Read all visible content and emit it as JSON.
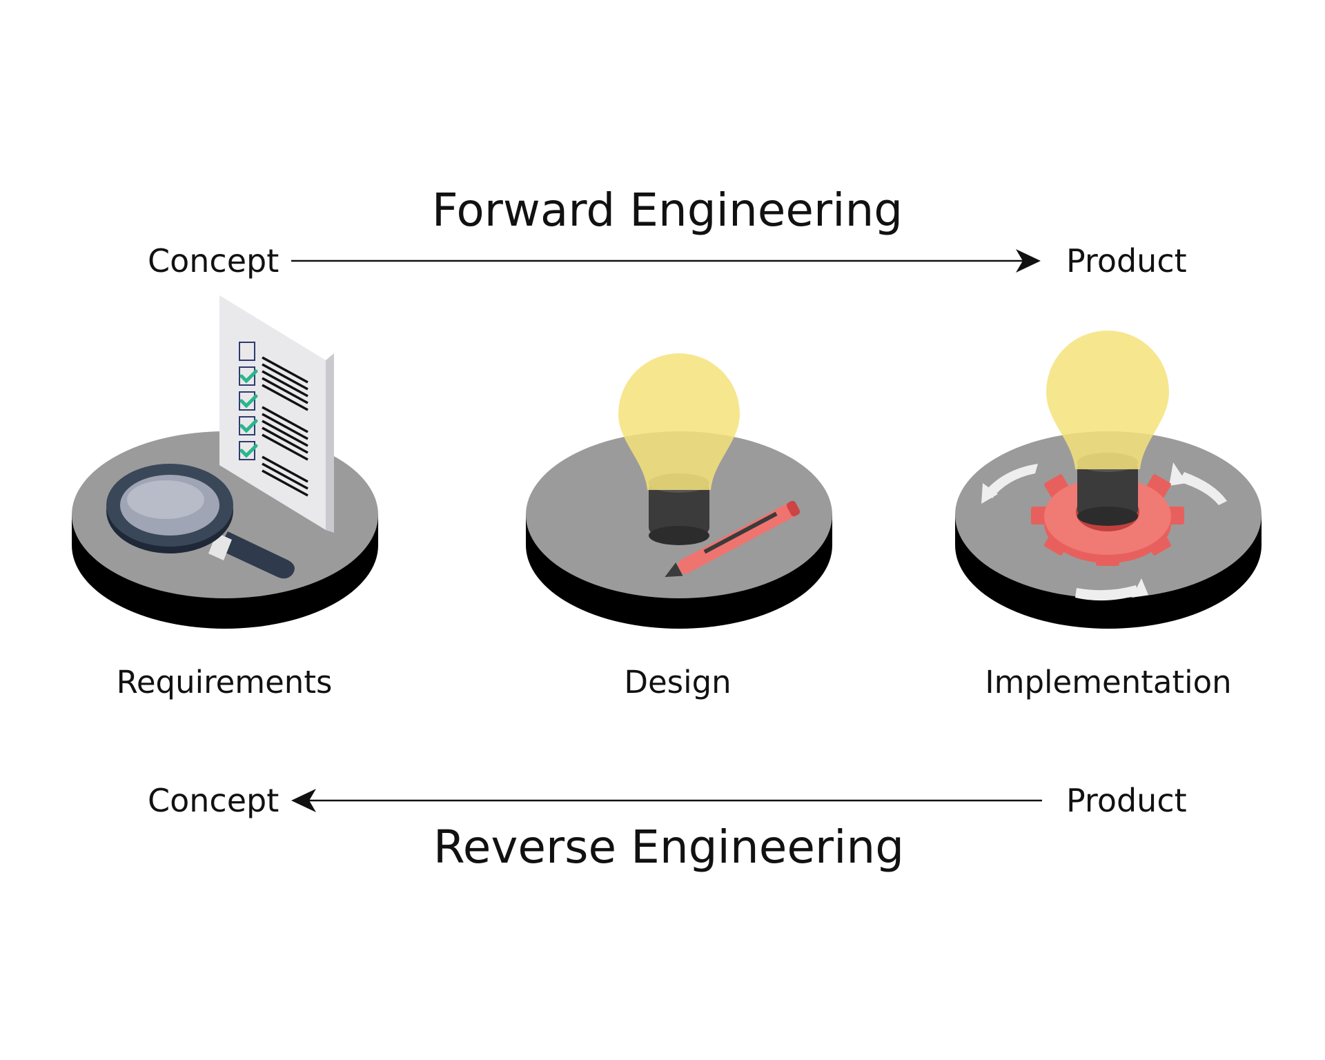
{
  "forward": {
    "title": "Forward Engineering",
    "start_label": "Concept",
    "end_label": "Product"
  },
  "reverse": {
    "title": "Reverse Engineering",
    "start_label": "Product",
    "end_label": "Concept"
  },
  "stages": [
    {
      "label": "Requirements",
      "icon": "checklist-magnifier-icon"
    },
    {
      "label": "Design",
      "icon": "lightbulb-pen-icon"
    },
    {
      "label": "Implementation",
      "icon": "lightbulb-gear-cycle-icon"
    }
  ],
  "colors": {
    "platform_top": "#9b9b9b",
    "platform_base": "#000000",
    "bulb_glass": "#f5e27a",
    "bulb_base": "#3b3b3b",
    "gear": "#e8605d",
    "pen": "#ef7470",
    "magnifier": "#2f3a4d",
    "check": "#2ab68c"
  }
}
